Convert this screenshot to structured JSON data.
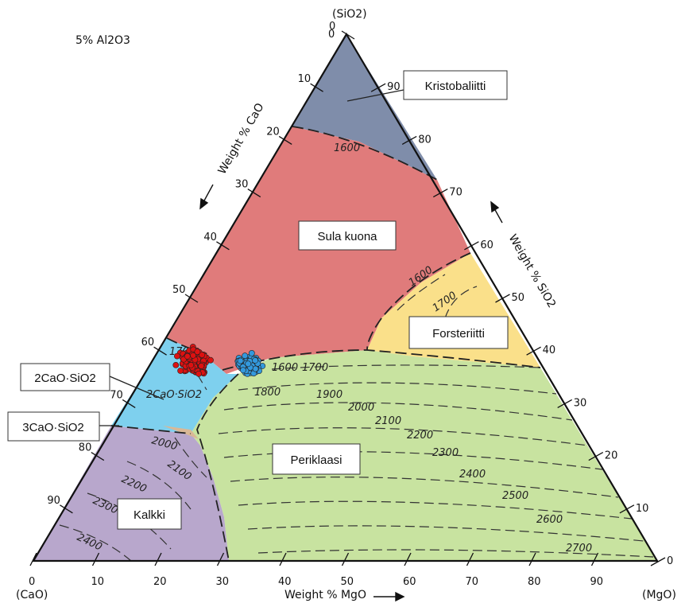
{
  "diagram": {
    "note": "5% Al2O3",
    "vertices": {
      "top": "(SiO2)",
      "left": "(CaO)",
      "right": "(MgO)"
    },
    "axes": {
      "cao": {
        "title": "Weight % CaO",
        "ticks": [
          "0",
          "10",
          "20",
          "30",
          "40",
          "50",
          "60",
          "70",
          "80",
          "90"
        ]
      },
      "sio2": {
        "title": "Weight % SiO2",
        "ticks": [
          "90",
          "80",
          "70",
          "60",
          "50",
          "40",
          "30",
          "20",
          "10",
          "0"
        ]
      },
      "mgo": {
        "title": "Weight % MgO",
        "ticks": [
          "0",
          "10",
          "20",
          "30",
          "40",
          "50",
          "60",
          "70",
          "80",
          "90"
        ]
      }
    },
    "regions": [
      {
        "name": "Kristobaliitti",
        "color": "#7f8daa"
      },
      {
        "name": "Sula kuona",
        "color": "#e07b7b"
      },
      {
        "name": "Forsteriitti",
        "color": "#fae08a"
      },
      {
        "name": "Periklaasi",
        "color": "#c8e3a0"
      },
      {
        "name": "Kalkki",
        "color": "#b8a7cc"
      },
      {
        "name": "2CaO·SiO2",
        "color": "#7ed0ee"
      },
      {
        "name": "3CaO·SiO2",
        "color": "#d9b896"
      }
    ],
    "inline_labels": {
      "c2s_inside": "2CaO·SiO2"
    },
    "isotherms_top": [
      "1600"
    ],
    "isotherms_forsterite": [
      "1600",
      "1700"
    ],
    "isotherms_c2s": [
      "1700"
    ],
    "isotherms_periclase": [
      "1600",
      "1700",
      "1800",
      "1900",
      "2000",
      "2100",
      "2200",
      "2300",
      "2400",
      "2500",
      "2600",
      "2700"
    ],
    "isotherms_lime": [
      "2000",
      "2100",
      "2200",
      "2300",
      "2400"
    ],
    "data_series": [
      {
        "color": "#dd1111"
      },
      {
        "color": "#3399dd"
      }
    ]
  }
}
